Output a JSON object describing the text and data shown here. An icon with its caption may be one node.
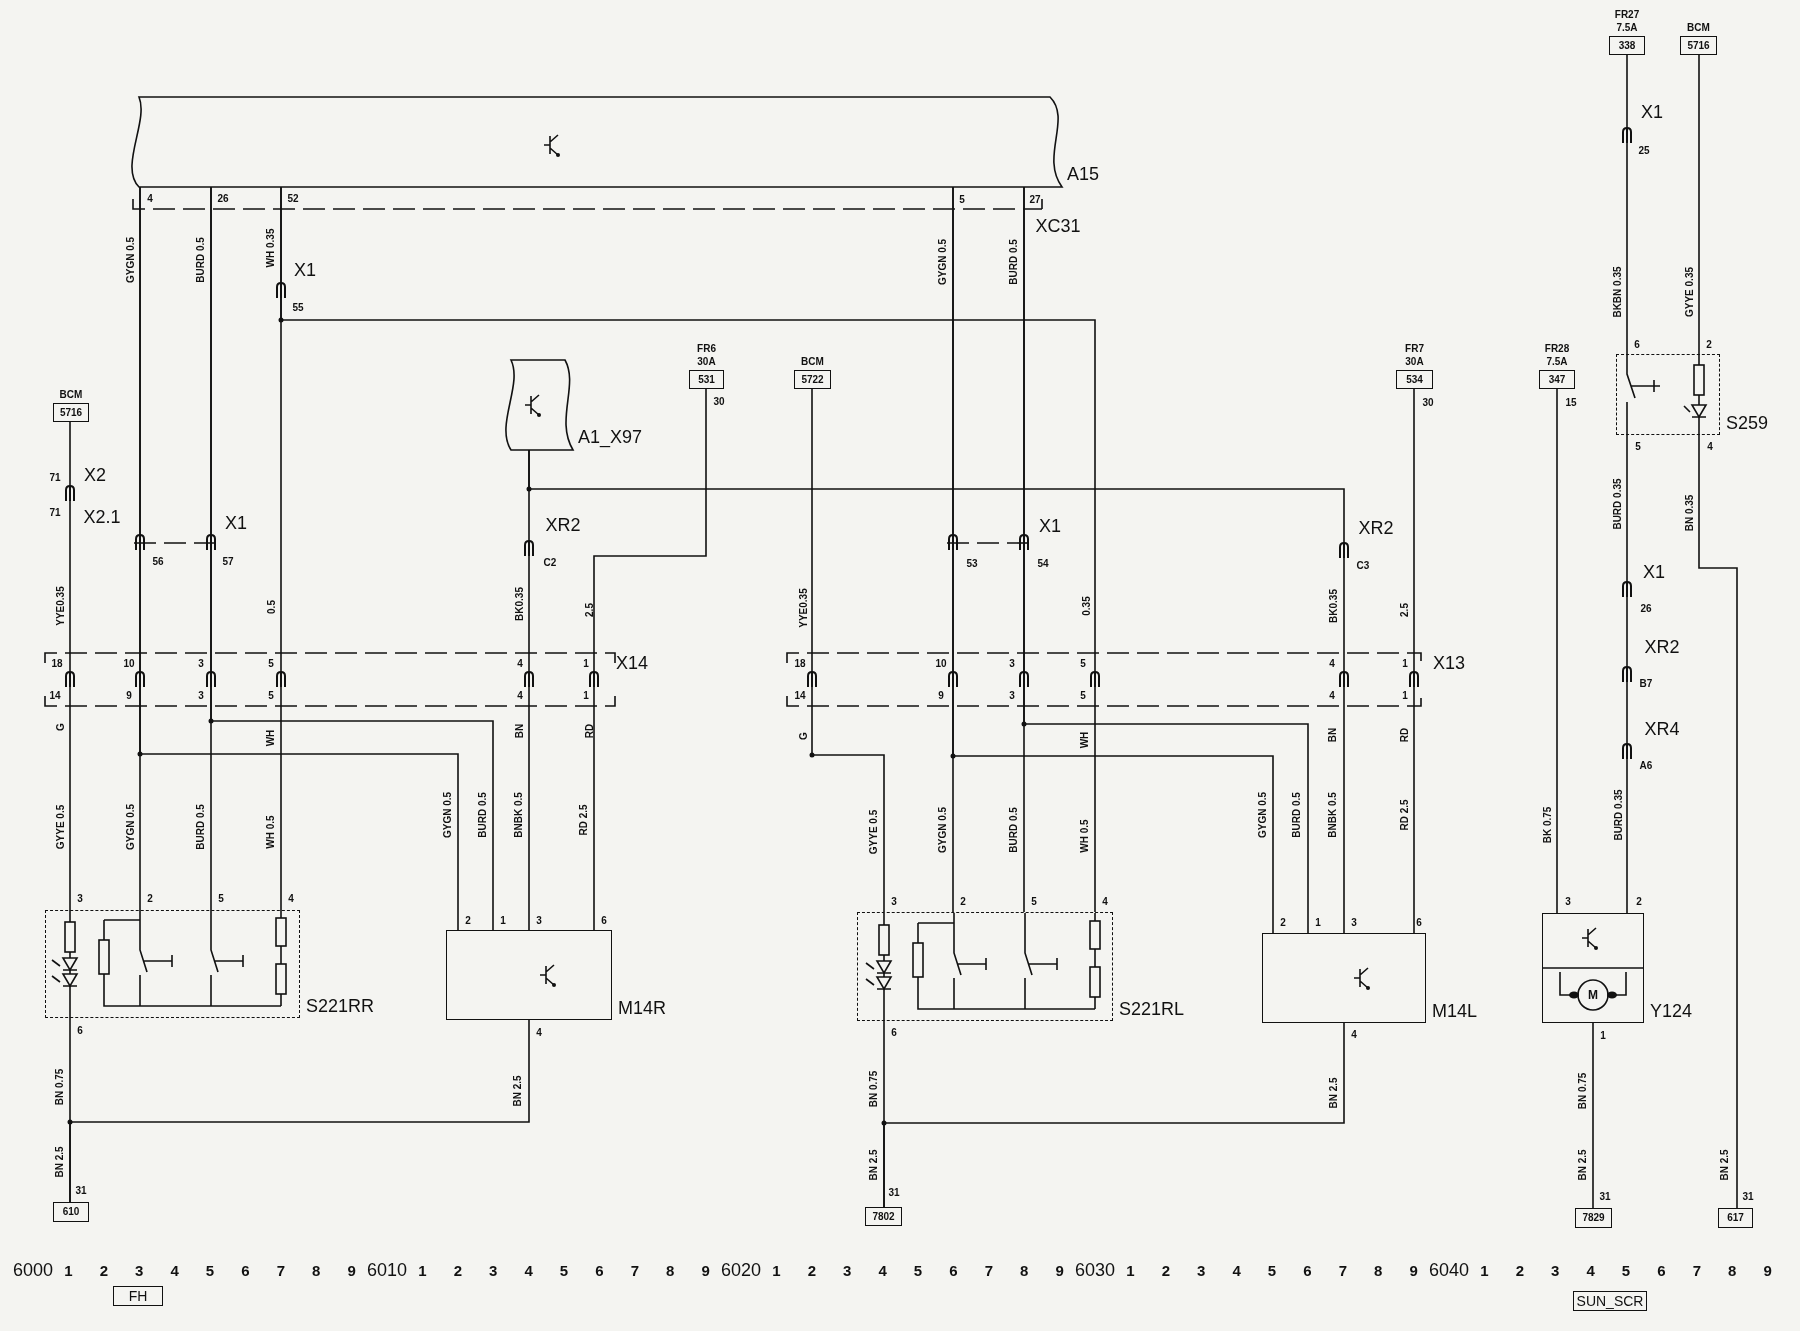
{
  "diagram": {
    "nodes": [
      {
        "text": [
          "A15"
        ]
      },
      {
        "text": [
          "A1_X97"
        ]
      },
      {
        "text": [
          "BCM",
          "5716"
        ]
      },
      {
        "text": [
          "FR6 30A",
          "531"
        ]
      },
      {
        "text": [
          "BCM",
          "5722"
        ]
      },
      {
        "text": [
          "FR7 30A",
          "534"
        ]
      },
      {
        "text": [
          "FR28 7.5A",
          "347"
        ]
      },
      {
        "text": [
          "FR27 7.5A",
          "338"
        ]
      },
      {
        "text": [
          "BCM",
          "5716"
        ]
      },
      {
        "text": [
          "S221RR"
        ]
      },
      {
        "text": [
          "M14R"
        ]
      },
      {
        "text": [
          "S221RL"
        ]
      },
      {
        "text": [
          "M14L"
        ]
      },
      {
        "text": [
          "S259"
        ]
      },
      {
        "text": [
          "Y124"
        ]
      },
      {
        "text": [
          "610"
        ]
      },
      {
        "text": [
          "7802"
        ]
      },
      {
        "text": [
          "7829"
        ]
      },
      {
        "text": [
          "617"
        ]
      },
      {
        "text": [
          "FH"
        ]
      },
      {
        "text": [
          "SUN_SCR"
        ]
      }
    ],
    "edges": [
      {
        "from": 0,
        "to": 9,
        "arrow": "none"
      },
      {
        "from": 0,
        "to": 10,
        "arrow": "none"
      },
      {
        "from": 0,
        "to": 9,
        "arrow": "none"
      },
      {
        "from": 0,
        "to": 10,
        "arrow": "none"
      },
      {
        "from": 0,
        "to": 9,
        "arrow": "none"
      },
      {
        "from": 0,
        "to": 11,
        "arrow": "none"
      },
      {
        "from": 0,
        "to": 11,
        "arrow": "none"
      },
      {
        "from": 0,
        "to": 12,
        "arrow": "none"
      },
      {
        "from": 0,
        "to": 11,
        "arrow": "none"
      },
      {
        "from": 0,
        "to": 12,
        "arrow": "none"
      },
      {
        "from": 2,
        "to": 9,
        "arrow": "none"
      },
      {
        "from": 1,
        "to": 10,
        "arrow": "none"
      },
      {
        "from": 1,
        "to": 12,
        "arrow": "none"
      },
      {
        "from": 3,
        "to": 10,
        "arrow": "none"
      },
      {
        "from": 4,
        "to": 11,
        "arrow": "none"
      },
      {
        "from": 5,
        "to": 12,
        "arrow": "none"
      },
      {
        "from": 6,
        "to": 14,
        "arrow": "none"
      },
      {
        "from": 7,
        "to": 13,
        "arrow": "none"
      },
      {
        "from": 13,
        "to": 14,
        "arrow": "none"
      },
      {
        "from": 8,
        "to": 13,
        "arrow": "none"
      },
      {
        "from": 13,
        "to": 18,
        "arrow": "none"
      },
      {
        "from": 9,
        "to": 15,
        "arrow": "none"
      },
      {
        "from": 10,
        "to": 15,
        "arrow": "none"
      },
      {
        "from": 11,
        "to": 16,
        "arrow": "none"
      },
      {
        "from": 12,
        "to": 16,
        "arrow": "none"
      },
      {
        "from": 14,
        "to": 17,
        "arrow": "none"
      }
    ],
    "labels": [
      "4",
      "26",
      "52",
      "5",
      "27",
      "XC31",
      "GYGN 0.5",
      "BURD 0.5",
      "WH 0.35",
      "X1",
      "55",
      "GYGN 0.5",
      "BURD 0.5",
      "X1",
      "25",
      "BKBN 0.35",
      "GYYE 0.35",
      "6",
      "2",
      "5",
      "4",
      "30",
      "30",
      "15",
      "71",
      "X2",
      "71",
      "X2.1",
      "X1",
      "56",
      "57",
      "XR2",
      "C2",
      "X1",
      "53",
      "54",
      "XR2",
      "C3",
      "BURD 0.35",
      "BN 0.35",
      "X1",
      "26",
      "XR2",
      "B7",
      "XR4",
      "A6",
      "YYE0.35",
      "0.5",
      "BK0.35",
      "2.5",
      "YYE0.35",
      "0.35",
      "BK0.35",
      "2.5",
      "18",
      "10",
      "3",
      "5",
      "4",
      "1",
      "X14",
      "14",
      "9",
      "3",
      "5",
      "4",
      "1",
      "18",
      "10",
      "3",
      "5",
      "4",
      "1",
      "X13",
      "14",
      "9",
      "3",
      "5",
      "4",
      "1",
      "G",
      "WH",
      "BN",
      "RD",
      "G",
      "WH",
      "BN",
      "RD",
      "GYYE 0.5",
      "GYGN 0.5",
      "BURD 0.5",
      "WH 0.5",
      "GYGN 0.5",
      "BURD 0.5",
      "BNBK 0.5",
      "RD 2.5",
      "GYYE 0.5",
      "GYGN 0.5",
      "BURD 0.5",
      "WH 0.5",
      "GYGN 0.5",
      "BURD 0.5",
      "BNBK 0.5",
      "RD 2.5",
      "BK 0.75",
      "BURD 0.35",
      "3",
      "2",
      "5",
      "4",
      "6",
      "2",
      "1",
      "3",
      "6",
      "4",
      "3",
      "2",
      "5",
      "4",
      "6",
      "2",
      "1",
      "3",
      "6",
      "4",
      "3",
      "2",
      "1",
      "M",
      "BN 0.75",
      "BN 2.5",
      "31",
      "BN 2.5",
      "BN 0.75",
      "BN 2.5",
      "31",
      "BN 2.5",
      "BN 0.75",
      "BN 2.5",
      "31",
      "BN 2.5",
      "31",
      "6000",
      "1",
      "2",
      "3",
      "4",
      "5",
      "6",
      "7",
      "8",
      "9",
      "6010",
      "1",
      "2",
      "3",
      "4",
      "5",
      "6",
      "7",
      "8",
      "9",
      "6020",
      "1",
      "2",
      "3",
      "4",
      "5",
      "6",
      "7",
      "8",
      "9",
      "6030",
      "1",
      "2",
      "3",
      "4",
      "5",
      "6",
      "7",
      "8",
      "9",
      "6040",
      "1",
      "2",
      "3",
      "4",
      "5",
      "6",
      "7",
      "8",
      "9"
    ]
  }
}
